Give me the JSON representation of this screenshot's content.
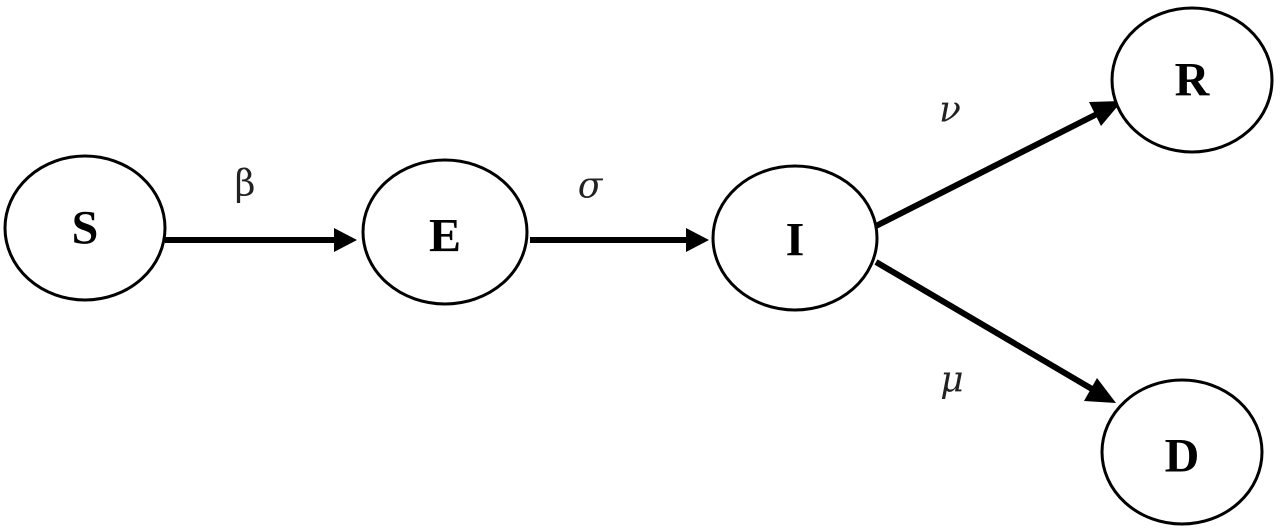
{
  "nodes": [
    {
      "id": "S",
      "label": "S"
    },
    {
      "id": "E",
      "label": "E"
    },
    {
      "id": "I",
      "label": "I"
    },
    {
      "id": "R",
      "label": "R"
    },
    {
      "id": "D",
      "label": "D"
    }
  ],
  "edges": [
    {
      "from": "S",
      "to": "E",
      "label": "β"
    },
    {
      "from": "E",
      "to": "I",
      "label": "σ"
    },
    {
      "from": "I",
      "to": "R",
      "label": "ν"
    },
    {
      "from": "I",
      "to": "D",
      "label": "μ"
    }
  ]
}
